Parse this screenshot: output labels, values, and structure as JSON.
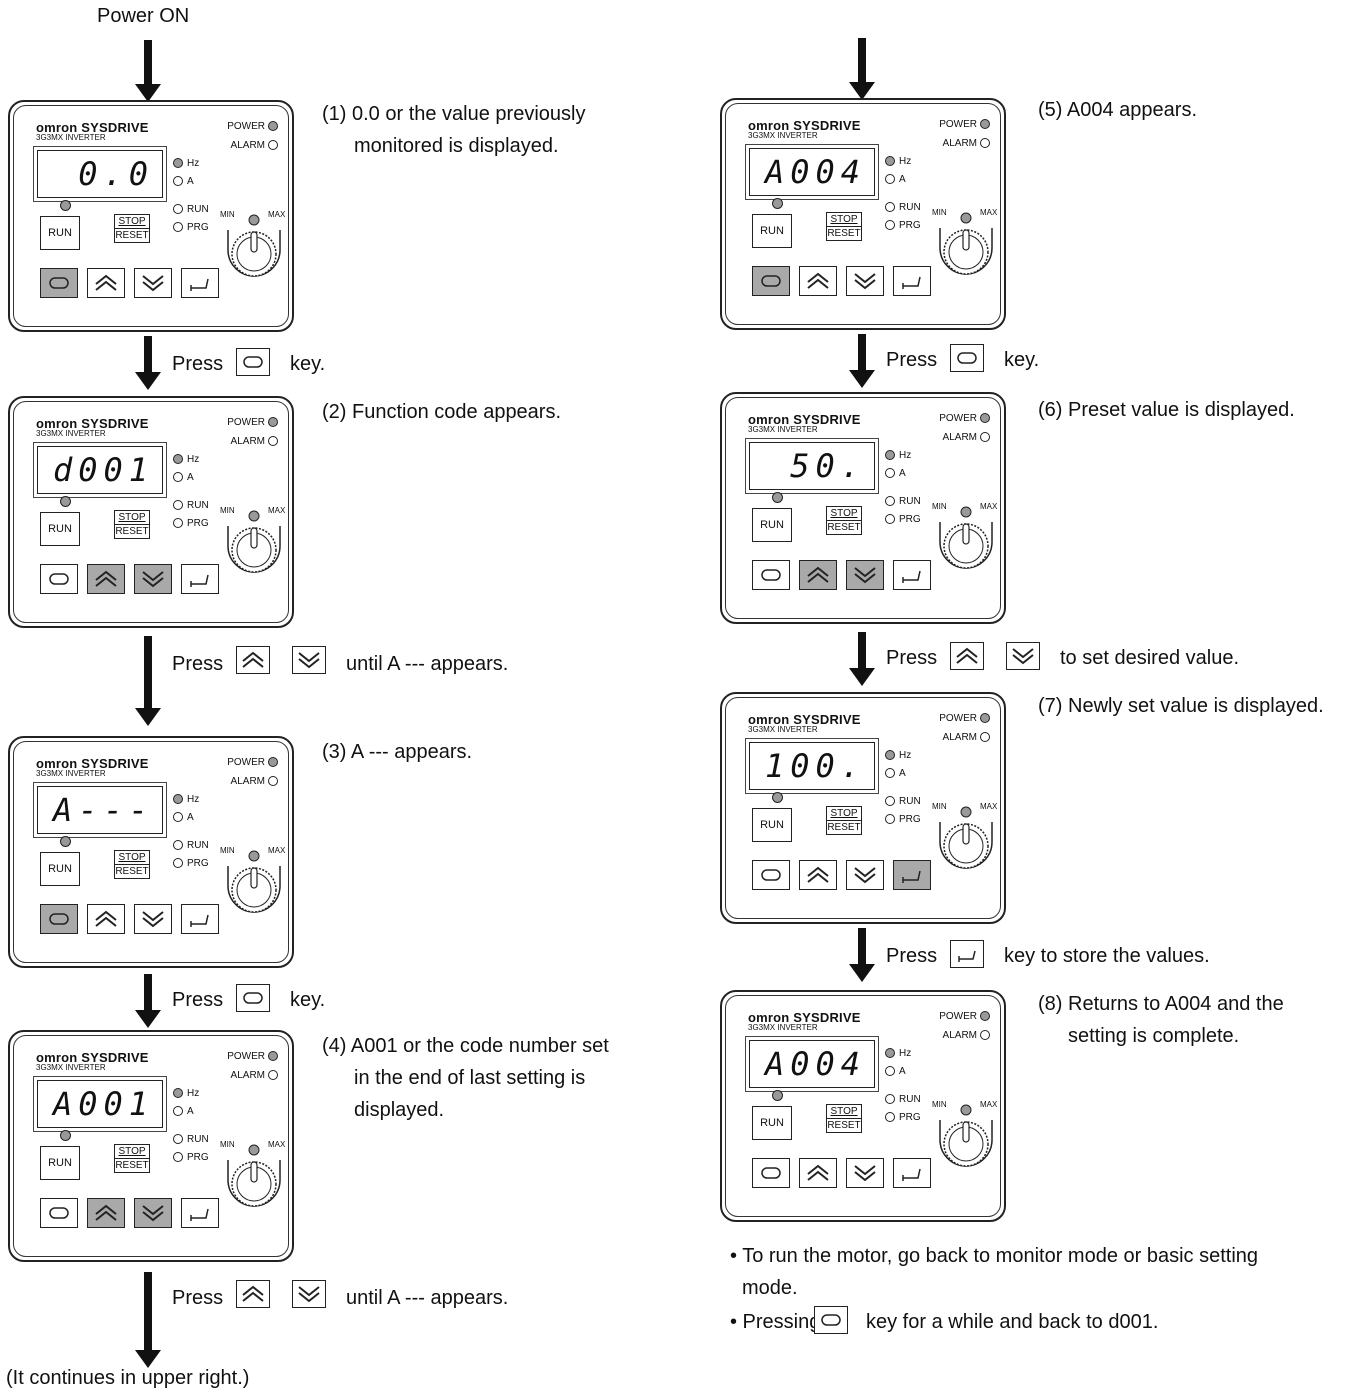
{
  "start": "Power ON",
  "end_note": "(It continues in upper right.)",
  "brand": "omron",
  "product": "SYSDRIVE",
  "model": "3G3MX INVERTER",
  "labels": {
    "power": "POWER",
    "alarm": "ALARM",
    "hz": "Hz",
    "a": "A",
    "run_ind": "RUN",
    "prg": "PRG",
    "run_btn": "RUN",
    "stop": "STOP",
    "reset": "RESET",
    "min": "MIN",
    "max": "MAX"
  },
  "steps": [
    {
      "caption": "(1) 0.0 or the value previously",
      "caption2": "monitored is displayed.",
      "display": "0.0"
    },
    {
      "caption": "(2) Function code appears.",
      "caption2": "",
      "display": "d001"
    },
    {
      "caption": "(3) A --- appears.",
      "caption2": "",
      "display": "A---"
    },
    {
      "caption": "(4) A001 or the code number set",
      "caption2": "in the end of last setting is",
      "caption3": "displayed.",
      "display": "A001"
    },
    {
      "caption": "(5) A004 appears.",
      "caption2": "",
      "display": "A004"
    },
    {
      "caption": "(6) Preset value is displayed.",
      "caption2": "",
      "display": "50."
    },
    {
      "caption": "(7) Newly set value is displayed.",
      "caption2": "",
      "display": "100."
    },
    {
      "caption": "(8) Returns to A004 and the",
      "caption2": "setting is complete.",
      "display": "A004"
    }
  ],
  "instructions": {
    "press": "Press",
    "key": "key.",
    "until": "until A --- appears.",
    "set_desired": "to set desired value.",
    "store": "key to store the values."
  },
  "notes": [
    "• To run the motor, go back to monitor mode or basic setting",
    "mode.",
    "• Pressing",
    "key for a while and back to d001."
  ]
}
